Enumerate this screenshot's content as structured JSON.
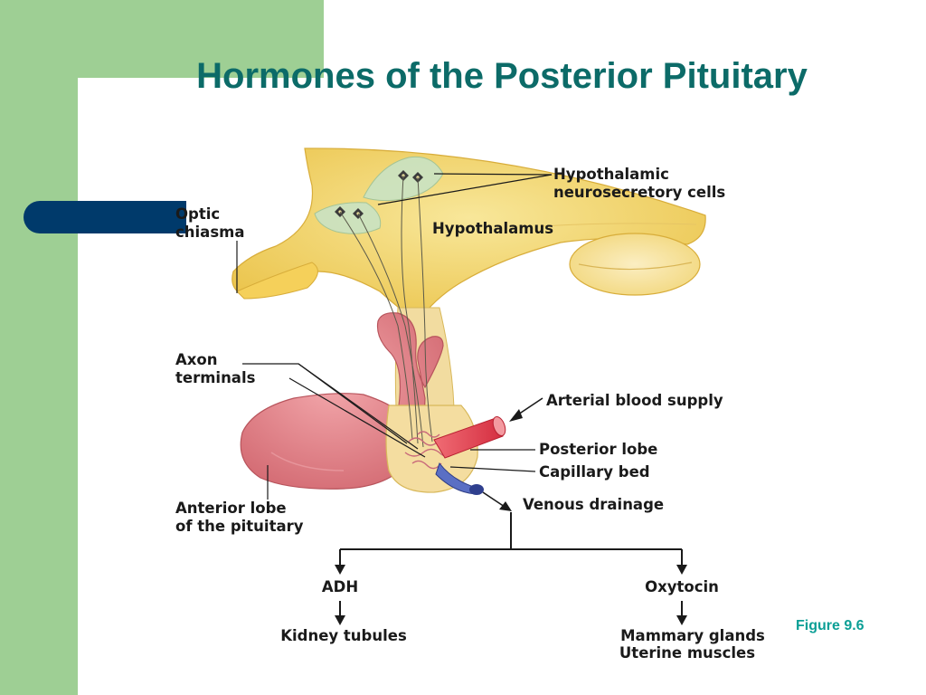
{
  "slide": {
    "title": "Hormones of the Posterior Pituitary",
    "figure_ref": "Figure 9.6"
  },
  "diagram": {
    "labels": {
      "neurosecretory": [
        "Hypothalamic",
        "neurosecretory cells"
      ],
      "hypothalamus": "Hypothalamus",
      "optic_chiasma": [
        "Optic",
        "chiasma"
      ],
      "axon_terminals": [
        "Axon",
        "terminals"
      ],
      "arterial": "Arterial blood supply",
      "posterior_lobe": "Posterior lobe",
      "capillary_bed": "Capillary bed",
      "venous": "Venous drainage",
      "anterior_lobe": [
        "Anterior lobe",
        "of the pituitary"
      ],
      "adh": "ADH",
      "oxytocin": "Oxytocin",
      "kidney": "Kidney tubules",
      "mammary": "Mammary glands",
      "uterine": "Uterine muscles"
    }
  },
  "colors": {
    "background_green": "#9ecf94",
    "accent_navy": "#003a6b",
    "title_teal": "#0c6b68",
    "figure_ref_teal": "#0c9f96",
    "hypothalamus_yellow": "#f1cf55",
    "anterior_pink": "#d9737a",
    "artery_red": "#e03c4c",
    "vein_blue": "#3a4fa8"
  }
}
